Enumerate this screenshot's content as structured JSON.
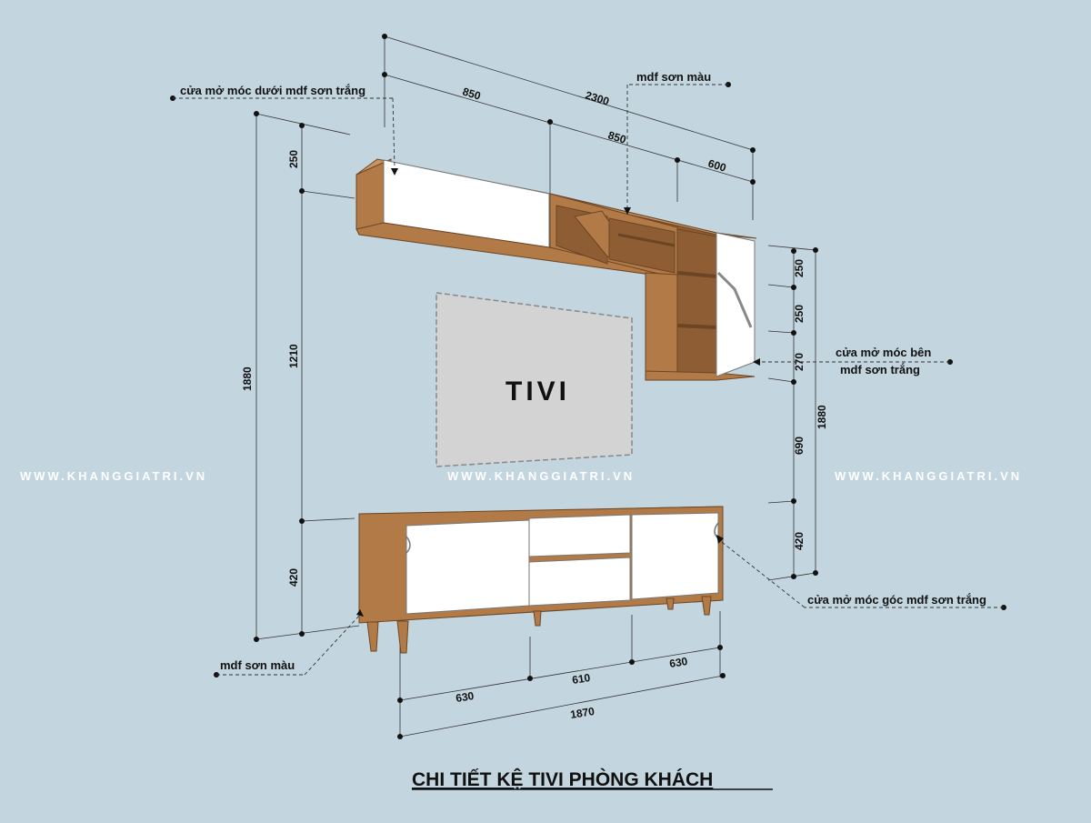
{
  "title": "CHI TIẾT KỆ TIVI PHÒNG KHÁCH",
  "watermark": "WWW.KHANGGIATRI.VN",
  "tv_label": "TIVI",
  "annotations": {
    "door_bottom_white": "cửa mở móc dưới mdf sơn trắng",
    "color_mdf_top": "mdf sơn màu",
    "side_door_line1": "cửa mở móc bên",
    "side_door_line2": "mdf sơn trắng",
    "corner_door_white": "cửa mở móc góc mdf sơn trắng",
    "color_mdf_bottom": "mdf sơn màu"
  },
  "dimensions": {
    "top_total": "2300",
    "top_segment_1": "850",
    "top_segment_2": "850",
    "top_segment_3": "600",
    "left_total_height": "1880",
    "left_upper": "250",
    "left_middle": "1210",
    "left_lower": "420",
    "right_seg_1": "250",
    "right_seg_2": "250",
    "right_seg_3": "270",
    "right_seg_4": "690",
    "right_seg_5": "420",
    "right_total_height": "1880",
    "bottom_seg_1": "630",
    "bottom_seg_2": "610",
    "bottom_seg_3": "630",
    "bottom_total": "1870"
  },
  "colors": {
    "background": "#c3d5de",
    "wood": "#b27a47",
    "door_white": "#ffffff",
    "tv_screen": "#d3d3d3"
  }
}
